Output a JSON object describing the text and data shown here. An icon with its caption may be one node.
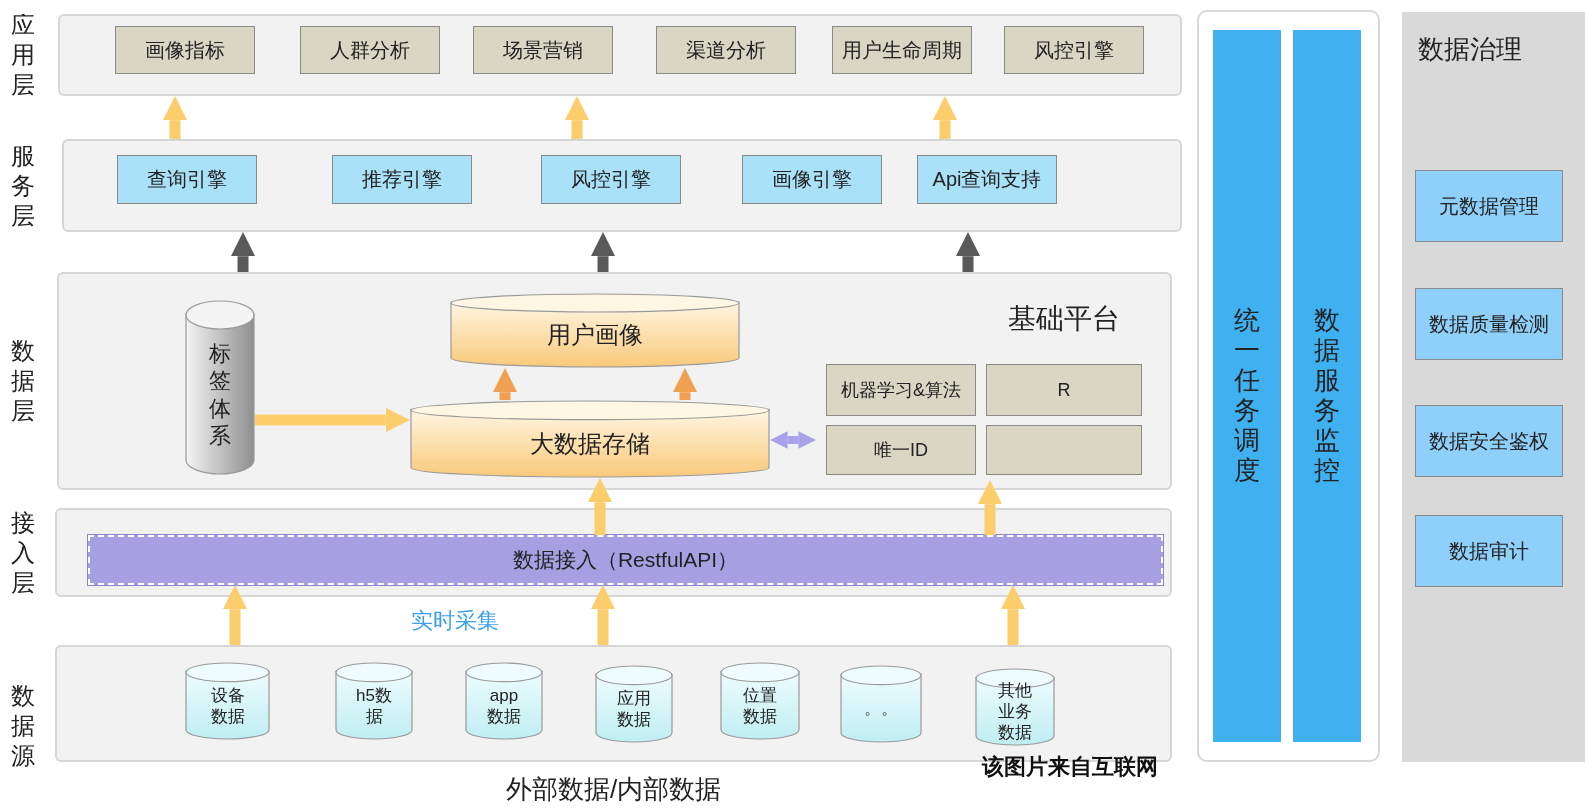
{
  "diagram": {
    "nodes": [
      {
        "text": [
          "应用层"
        ]
      },
      {
        "text": [
          "画像指标"
        ],
        "in": 0
      },
      {
        "text": [
          "人群分析"
        ],
        "in": 0
      },
      {
        "text": [
          "场景营销"
        ],
        "in": 0
      },
      {
        "text": [
          "渠道分析"
        ],
        "in": 0
      },
      {
        "text": [
          "用户生命周期"
        ],
        "in": 0
      },
      {
        "text": [
          "风控引擎"
        ],
        "in": 0
      },
      {
        "text": [
          "服务层"
        ]
      },
      {
        "text": [
          "查询引擎"
        ],
        "in": 7
      },
      {
        "text": [
          "推荐引擎"
        ],
        "in": 7
      },
      {
        "text": [
          "风控引擎"
        ],
        "in": 7
      },
      {
        "text": [
          "画像引擎"
        ],
        "in": 7
      },
      {
        "text": [
          "Api查询支持"
        ],
        "in": 7
      },
      {
        "text": [
          "数据层"
        ]
      },
      {
        "text": [
          "标签体系"
        ],
        "in": 13
      },
      {
        "text": [
          "用户画像"
        ],
        "in": 13
      },
      {
        "text": [
          "大数据存储"
        ],
        "in": 13
      },
      {
        "text": [
          "基础平台"
        ],
        "in": 13
      },
      {
        "text": [
          "机器学习&算法"
        ],
        "in": 17
      },
      {
        "text": [
          "R"
        ],
        "in": 17
      },
      {
        "text": [
          "唯一ID"
        ],
        "in": 17
      },
      {
        "text": [],
        "shape": "box",
        "in": 17
      },
      {
        "text": [
          "接入层"
        ]
      },
      {
        "text": [
          "数据接入（RestfulAPI）"
        ],
        "in": 22
      },
      {
        "text": [
          "数据源"
        ],
        "beside": [
          "外部数据/内部数据"
        ]
      },
      {
        "text": [
          "设备数据"
        ],
        "in": 24
      },
      {
        "text": [
          "h5数据"
        ],
        "in": 24
      },
      {
        "text": [
          "app数据"
        ],
        "in": 24
      },
      {
        "text": [
          "应用数据"
        ],
        "in": 24
      },
      {
        "text": [
          "位置数据"
        ],
        "in": 24
      },
      {
        "text": [
          "。。"
        ],
        "in": 24
      },
      {
        "text": [
          "其他业务数据"
        ],
        "in": 24
      },
      {
        "text": [
          "统一任务调度"
        ]
      },
      {
        "text": [
          "数据服务监控"
        ]
      },
      {
        "text": [
          "数据治理"
        ]
      },
      {
        "text": [
          "元数据管理"
        ],
        "in": 34
      },
      {
        "text": [
          "数据质量检测"
        ],
        "in": 34
      },
      {
        "text": [
          "数据安全鉴权"
        ],
        "in": 34
      },
      {
        "text": [
          "数据审计"
        ],
        "in": 34
      }
    ],
    "edges": [
      {
        "from": 7,
        "to": 0,
        "arrow": "to"
      },
      {
        "from": 7,
        "to": 0,
        "arrow": "to"
      },
      {
        "from": 7,
        "to": 0,
        "arrow": "to"
      },
      {
        "from": 13,
        "to": 7,
        "arrow": "to",
        "color": "#595959"
      },
      {
        "from": 13,
        "to": 7,
        "arrow": "to",
        "color": "#595959"
      },
      {
        "from": 13,
        "to": 7,
        "arrow": "to",
        "color": "#595959"
      },
      {
        "from": 14,
        "to": 16,
        "arrow": "to"
      },
      {
        "from": 16,
        "to": 15,
        "arrow": "to",
        "color": "#f0a050"
      },
      {
        "from": 16,
        "to": 15,
        "arrow": "to",
        "color": "#f0a050"
      },
      {
        "from": 16,
        "to": 17,
        "arrow": "both",
        "color": "#a9a2e8"
      },
      {
        "from": 23,
        "to": 16,
        "arrow": "to"
      },
      {
        "from": 23,
        "to": 17,
        "arrow": "to"
      },
      {
        "from": 24,
        "to": 23,
        "arrow": "to"
      },
      {
        "from": 24,
        "to": 23,
        "arrow": "to"
      },
      {
        "from": 24,
        "to": 23,
        "arrow": "to"
      }
    ],
    "labels": [
      "实时采集",
      "该图片来自互联网"
    ]
  }
}
